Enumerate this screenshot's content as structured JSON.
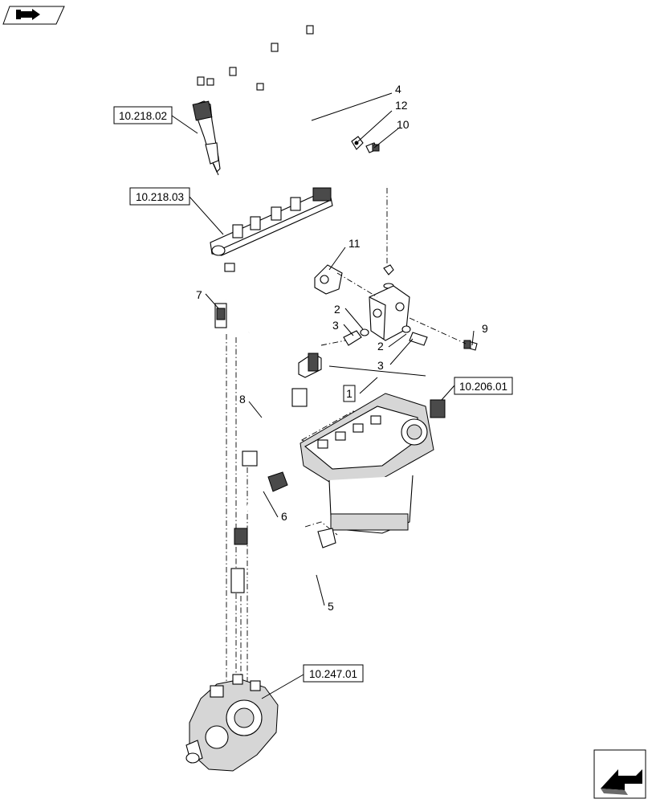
{
  "refs": {
    "r1": "10.218.02",
    "r2": "10.218.03",
    "r3": "10.206.01",
    "r4": "10.247.01"
  },
  "callouts": {
    "c1": "1",
    "c2a": "2",
    "c2b": "2",
    "c3a": "3",
    "c3b": "3",
    "c4": "4",
    "c5": "5",
    "c6": "6",
    "c7": "7",
    "c8": "8",
    "c9": "9",
    "c10": "10",
    "c11": "11",
    "c12": "12"
  },
  "icons": {
    "top_left": "book-arrow-icon",
    "bottom_right": "next-page-arrow-icon"
  }
}
